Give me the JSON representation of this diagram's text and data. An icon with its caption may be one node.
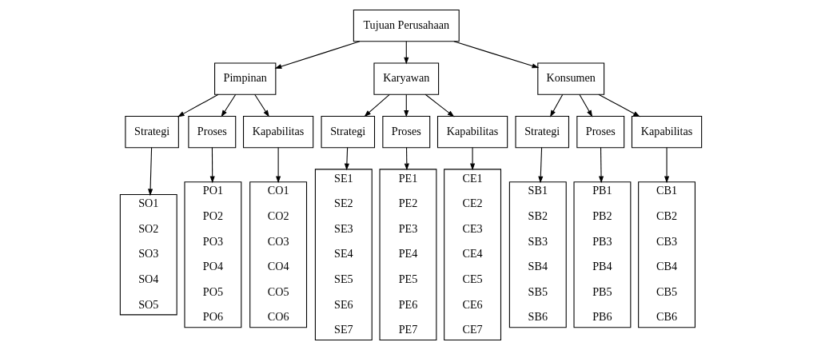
{
  "diagram": {
    "nodes": [
      {
        "text": [
          "Tujuan Perusahaan"
        ]
      },
      {
        "text": [
          "Pimpinan"
        ]
      },
      {
        "text": [
          "Karyawan"
        ]
      },
      {
        "text": [
          "Konsumen"
        ]
      },
      {
        "text": [
          "Strategi"
        ]
      },
      {
        "text": [
          "Proses"
        ]
      },
      {
        "text": [
          "Kapabilitas"
        ]
      },
      {
        "text": [
          "SO1",
          "SO2",
          "SO3",
          "SO4",
          "SO5"
        ]
      },
      {
        "text": [
          "PO1",
          "PO2",
          "PO3",
          "PO4",
          "PO5",
          "PO6"
        ]
      },
      {
        "text": [
          "CO1",
          "CO2",
          "CO3",
          "CO4",
          "CO5",
          "CO6"
        ]
      },
      {
        "text": [
          "Strategi"
        ]
      },
      {
        "text": [
          "Proses"
        ]
      },
      {
        "text": [
          "Kapabilitas"
        ]
      },
      {
        "text": [
          "SE1",
          "SE2",
          "SE3",
          "SE4",
          "SE5",
          "SE6",
          "SE7"
        ]
      },
      {
        "text": [
          "PE1",
          "PE2",
          "PE3",
          "PE4",
          "PE5",
          "PE6",
          "PE7"
        ]
      },
      {
        "text": [
          "CE1",
          "CE2",
          "CE3",
          "CE4",
          "CE5",
          "CE6",
          "CE7"
        ]
      },
      {
        "text": [
          "Strategi"
        ]
      },
      {
        "text": [
          "Proses"
        ]
      },
      {
        "text": [
          "Kapabilitas"
        ]
      },
      {
        "text": [
          "SB1",
          "SB2",
          "SB3",
          "SB4",
          "SB5",
          "SB6"
        ]
      },
      {
        "text": [
          "PB1",
          "PB2",
          "PB3",
          "PB4",
          "PB5",
          "PB6"
        ]
      },
      {
        "text": [
          "CB1",
          "CB2",
          "CB3",
          "CB4",
          "CB5",
          "CB6"
        ]
      }
    ],
    "edges": [
      {
        "from": 0,
        "to": 1,
        "arrow": "to"
      },
      {
        "from": 0,
        "to": 2,
        "arrow": "to"
      },
      {
        "from": 0,
        "to": 3,
        "arrow": "to"
      },
      {
        "from": 1,
        "to": 4,
        "arrow": "to"
      },
      {
        "from": 1,
        "to": 5,
        "arrow": "to"
      },
      {
        "from": 1,
        "to": 6,
        "arrow": "to"
      },
      {
        "from": 4,
        "to": 7,
        "arrow": "to"
      },
      {
        "from": 5,
        "to": 8,
        "arrow": "to"
      },
      {
        "from": 6,
        "to": 9,
        "arrow": "to"
      },
      {
        "from": 2,
        "to": 10,
        "arrow": "to"
      },
      {
        "from": 2,
        "to": 11,
        "arrow": "to"
      },
      {
        "from": 2,
        "to": 12,
        "arrow": "to"
      },
      {
        "from": 10,
        "to": 13,
        "arrow": "to"
      },
      {
        "from": 11,
        "to": 14,
        "arrow": "to"
      },
      {
        "from": 12,
        "to": 15,
        "arrow": "to"
      },
      {
        "from": 3,
        "to": 16,
        "arrow": "to"
      },
      {
        "from": 3,
        "to": 17,
        "arrow": "to"
      },
      {
        "from": 3,
        "to": 18,
        "arrow": "to"
      },
      {
        "from": 16,
        "to": 19,
        "arrow": "to"
      },
      {
        "from": 17,
        "to": 20,
        "arrow": "to"
      },
      {
        "from": 18,
        "to": 21,
        "arrow": "to"
      }
    ]
  }
}
